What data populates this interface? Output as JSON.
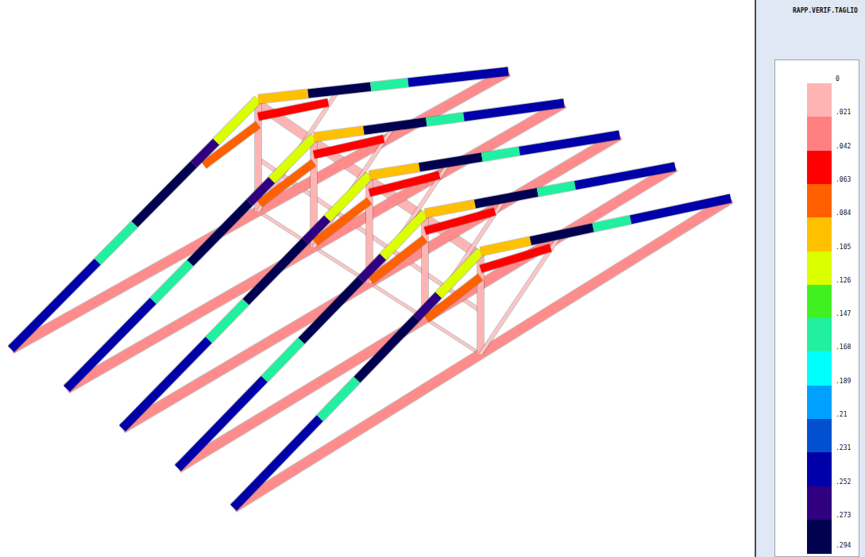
{
  "diagram": {
    "title": "RAPP.VERIF.TAGLIO",
    "labels": [
      ".294"
    ],
    "legend": [
      {
        "text": "0",
        "color": "#ffb4b4"
      },
      {
        "text": ".021",
        "color": "#ff8080"
      },
      {
        "text": ".042",
        "color": "#ff0000"
      },
      {
        "text": ".063",
        "color": "#ff6000"
      },
      {
        "text": ".084",
        "color": "#ffc000"
      },
      {
        "text": ".105",
        "color": "#dcff00"
      },
      {
        "text": ".126",
        "color": "#40f020"
      },
      {
        "text": ".147",
        "color": "#20f0a0"
      },
      {
        "text": ".168",
        "color": "#00ffff"
      },
      {
        "text": ".189",
        "color": "#00a0ff"
      },
      {
        "text": ".21",
        "color": "#0050d0"
      },
      {
        "text": ".231",
        "color": "#0000a8"
      },
      {
        "text": ".252",
        "color": "#300080"
      },
      {
        "text": ".273",
        "color": "#000050"
      }
    ]
  }
}
